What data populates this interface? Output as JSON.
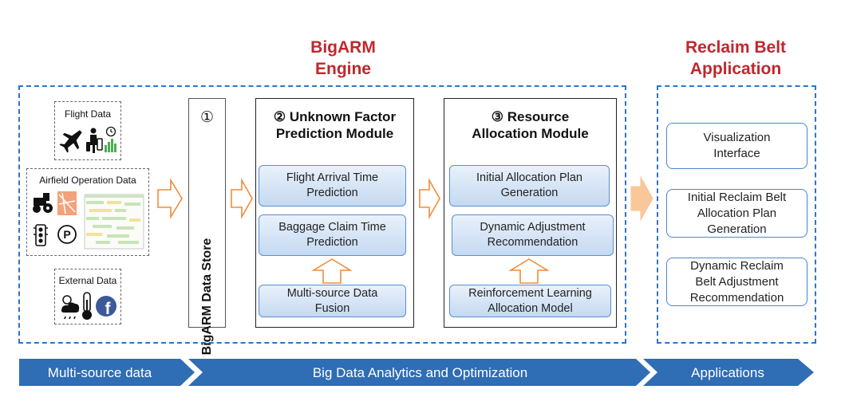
{
  "headings": {
    "engine": [
      "BigARM",
      "Engine"
    ],
    "application": [
      "Reclaim Belt",
      "Application"
    ]
  },
  "sources": {
    "flight": "Flight Data",
    "airfield": "Airfield Operation Data",
    "external": "External Data"
  },
  "store": {
    "number": "①",
    "label": "BigARM Data Store"
  },
  "prediction_module": {
    "title": [
      "② Unknown Factor",
      "Prediction Module"
    ],
    "items": [
      [
        "Flight Arrival Time",
        "Prediction"
      ],
      [
        "Baggage Claim Time",
        "Prediction"
      ],
      [
        "Multi-source Data",
        "Fusion"
      ]
    ]
  },
  "allocation_module": {
    "title": [
      "③ Resource",
      "Allocation Module"
    ],
    "items": [
      [
        "Initial Allocation Plan",
        "Generation"
      ],
      [
        "Dynamic Adjustment",
        "Recommendation"
      ],
      [
        "Reinforcement Learning",
        "Allocation Model"
      ]
    ]
  },
  "applications": [
    [
      "Visualization",
      "Interface"
    ],
    [
      "Initial Reclaim Belt",
      "Allocation Plan",
      "Generation"
    ],
    [
      "Dynamic Reclaim",
      "Belt Adjustment",
      "Recommendation"
    ]
  ],
  "bottom_band": {
    "left": "Multi-source data",
    "middle": "Big Data Analytics and Optimization",
    "right": "Applications"
  },
  "colors": {
    "heading": "#c0272d",
    "frame": "#2e75c6",
    "band": "#2f6db5",
    "arrow_outline": "#f28c3c",
    "arrow_fill": "#f9c79a"
  }
}
